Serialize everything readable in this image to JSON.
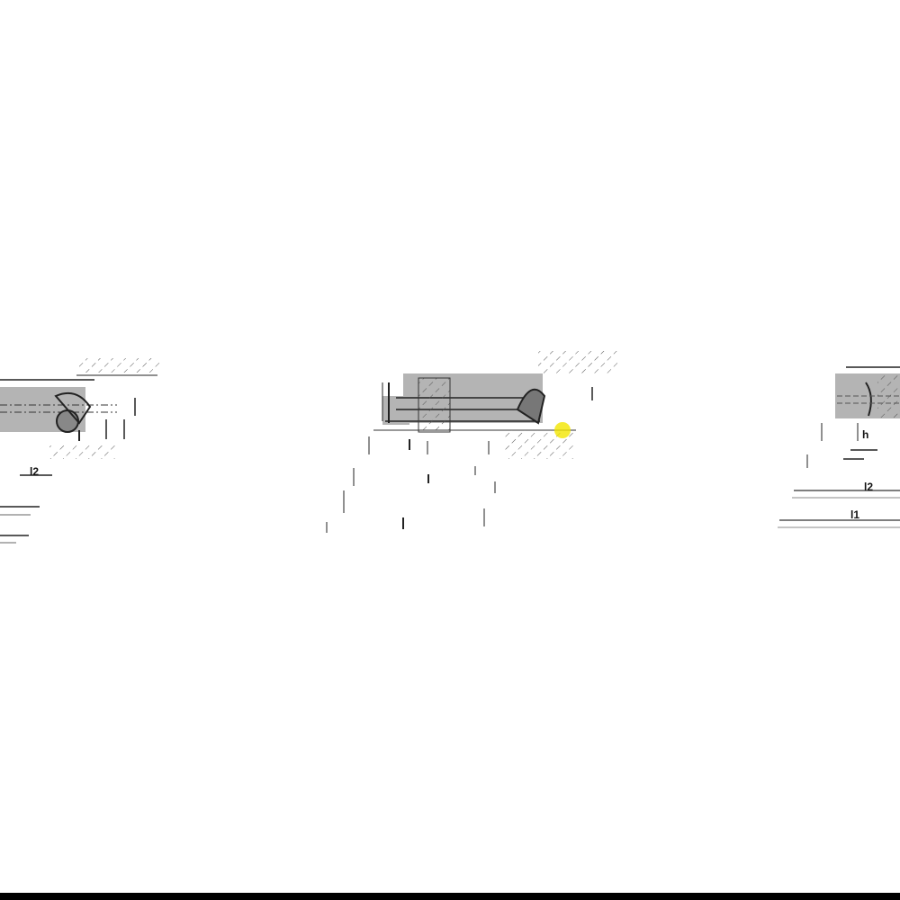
{
  "labels": {
    "left_l2": "l2",
    "right_h": "h",
    "right_l2": "l2",
    "right_l1": "l1"
  },
  "colors": {
    "part_fill": "#b4b4b4",
    "line": "#222222",
    "highlight": "#f2e600",
    "bottom_bar": "#000000"
  }
}
